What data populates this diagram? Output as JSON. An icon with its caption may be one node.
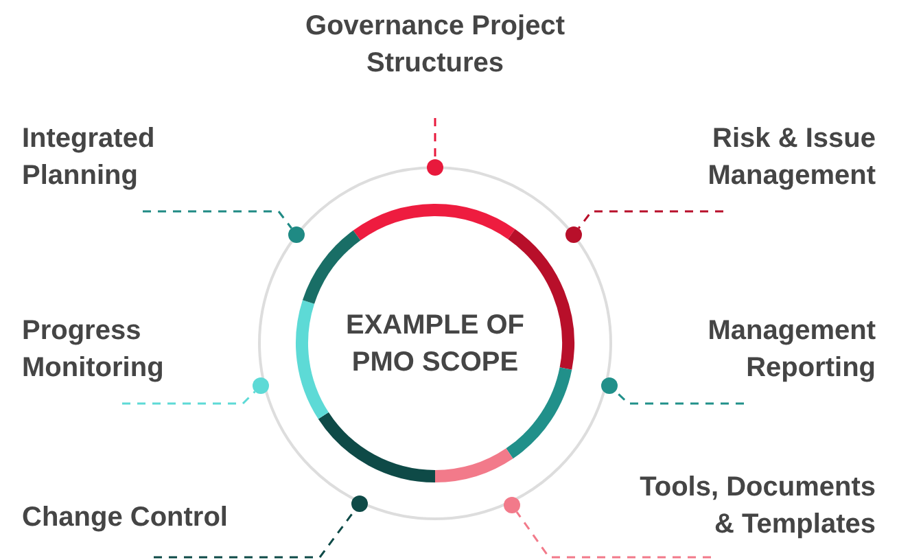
{
  "diagram": {
    "nodes": [
      {
        "text": [
          "Governance Project Structures"
        ]
      },
      {
        "text": [
          "Integrated Planning"
        ]
      },
      {
        "text": [
          "Risk & Issue Management"
        ]
      },
      {
        "text": [
          "EXAMPLE OF PMO SCOPE"
        ]
      },
      {
        "text": [
          "Progress Monitoring"
        ]
      },
      {
        "text": [
          "Management Reporting"
        ]
      },
      {
        "text": [
          "Change Control"
        ]
      },
      {
        "text": [
          "Tools, Documents & Templates"
        ]
      },
      {
        "text": [],
        "shape": "circle"
      },
      {
        "text": [],
        "shape": "circle"
      },
      {
        "text": [],
        "shape": "circle"
      },
      {
        "text": [],
        "shape": "circle"
      },
      {
        "text": [],
        "shape": "circle"
      },
      {
        "text": [],
        "shape": "circle"
      },
      {
        "text": [],
        "shape": "circle"
      }
    ],
    "edges": [
      {
        "from": 0,
        "to": 8,
        "arrow": "none",
        "style": "dashed",
        "color": "#e8193c"
      },
      {
        "from": 1,
        "to": 14,
        "arrow": "none",
        "style": "dashed",
        "color": "#1f8a84"
      },
      {
        "from": 2,
        "to": 9,
        "arrow": "none",
        "style": "dashed",
        "color": "#b80f2a"
      },
      {
        "from": 4,
        "to": 13,
        "arrow": "none",
        "style": "dashed",
        "color": "#5ddad6"
      },
      {
        "from": 5,
        "to": 10,
        "arrow": "none",
        "style": "dashed",
        "color": "#21908a"
      },
      {
        "from": 6,
        "to": 12,
        "arrow": "none",
        "style": "dashed",
        "color": "#0e4a47"
      },
      {
        "from": 7,
        "to": 11,
        "arrow": "none",
        "style": "dashed",
        "color": "#f27a8a"
      }
    ]
  }
}
